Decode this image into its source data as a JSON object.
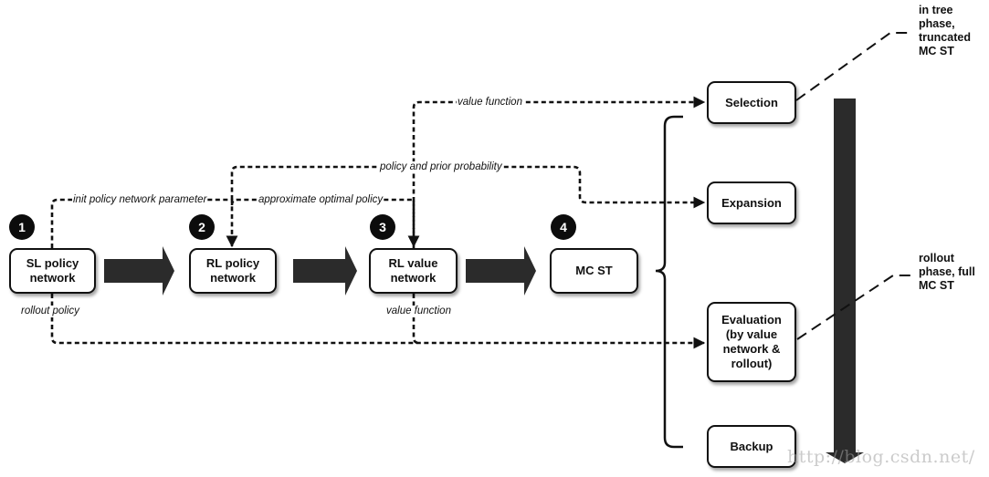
{
  "stages": [
    {
      "badge": "1",
      "label": "SL policy\nnetwork"
    },
    {
      "badge": "2",
      "label": "RL policy\nnetwork"
    },
    {
      "badge": "3",
      "label": "RL value\nnetwork"
    },
    {
      "badge": "4",
      "label": "MC ST"
    }
  ],
  "mcts_steps": [
    {
      "label": "Selection"
    },
    {
      "label": "Expansion"
    },
    {
      "label": "Evaluation\n(by value\nnetwork &\nrollout)"
    },
    {
      "label": "Backup"
    }
  ],
  "edge_labels": {
    "init_policy": "init policy network parameter",
    "approx_optimal": "approximate optimal policy",
    "policy_prior": "policy and prior probability",
    "value_function_top": "value function",
    "rollout_policy": "rollout policy",
    "value_function_bottom": "value function"
  },
  "notes": {
    "in_tree": "in tree\nphase,\ntruncated\nMC ST",
    "rollout": "rollout\nphase, full\nMC ST"
  },
  "watermark": "http://blog.csdn.net/",
  "colors": {
    "ink": "#111111",
    "arrow_fill": "#2b2b2b",
    "background": "#ffffff"
  }
}
